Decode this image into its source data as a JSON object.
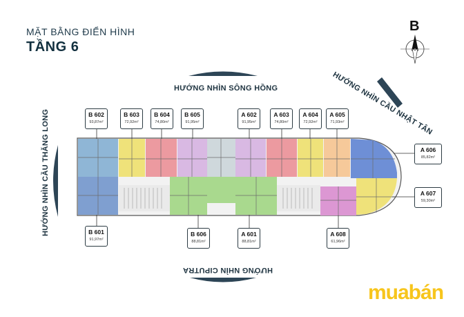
{
  "header": {
    "subtitle": "MẶT BẰNG ĐIỂN HÌNH",
    "title": "TẦNG 6"
  },
  "compass": {
    "letter": "B"
  },
  "views": {
    "top": "HƯỚNG NHÌN SÔNG HỒNG",
    "top_right": "HƯỚNG NHÌN CẦU NHẬT TÂN",
    "left": "HƯỚNG NHÌN CẦU THĂNG LONG",
    "bottom": "HƯỚNG NHÌN CIPUTRA"
  },
  "units": [
    {
      "code": "B 602",
      "area": "93,87m²"
    },
    {
      "code": "B 603",
      "area": "72,92m²"
    },
    {
      "code": "B 604",
      "area": "74,80m²"
    },
    {
      "code": "B 605",
      "area": "91,95m²"
    },
    {
      "code": "A 602",
      "area": "91,95m²"
    },
    {
      "code": "A 603",
      "area": "74,80m²"
    },
    {
      "code": "A 604",
      "area": "72,92m²"
    },
    {
      "code": "A 605",
      "area": "71,93m²"
    },
    {
      "code": "A 606",
      "area": "85,82m²"
    },
    {
      "code": "A 607",
      "area": "59,30m²"
    },
    {
      "code": "B 601",
      "area": "91,97m²"
    },
    {
      "code": "B 606",
      "area": "88,81m²"
    },
    {
      "code": "A 601",
      "area": "88,81m²"
    },
    {
      "code": "A 608",
      "area": "61,96m²"
    }
  ],
  "colors": {
    "blue": "#8fb6d6",
    "teal": "#8ecbd3",
    "yellow": "#efe27a",
    "red": "#ec9aa0",
    "lilac": "#d9b9e3",
    "green": "#a9d98e",
    "orange": "#f6c99a",
    "royal": "#6e8fd6",
    "magenta": "#dc97d3"
  },
  "logo": "muabán"
}
